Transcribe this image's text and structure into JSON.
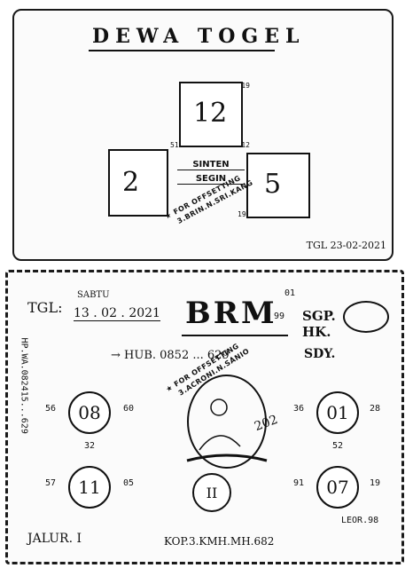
{
  "top_card": {
    "title": "DEWA TOGEL",
    "center_number": "12",
    "left_number": "2",
    "right_number": "5",
    "middle_label_1": "SINTEN",
    "middle_label_2": "SEGIN",
    "corner_top": "19",
    "corner_left": "51",
    "corner_mid": "12",
    "corner_right_bottom": "19",
    "date": "TGL 23-02-2021",
    "stamp_line_1": "FOR OFFSETTING",
    "stamp_line_2": "3.BRIN.N.SRI.KANG"
  },
  "bottom_card": {
    "date_label": "TGL:",
    "day": "SABTU",
    "date": "13 . 02 . 2021",
    "brand": "BRM",
    "brand_sup": "99",
    "brand_sup2": "01",
    "markets": "SGP. HK.",
    "hub": "→ HUB. 0852 ... 629.",
    "sdy": "SDY.",
    "left_vertical": "HP.WA.082415...629",
    "circles": [
      {
        "value": "08",
        "left": "56",
        "right": "60",
        "bottom": "32"
      },
      {
        "value": "01",
        "left": "36",
        "right": "28",
        "bottom": "52"
      },
      {
        "value": "11",
        "left": "57",
        "right": "05",
        "bottom": ""
      },
      {
        "value": "07",
        "left": "91",
        "right": "19",
        "bottom": ""
      }
    ],
    "center_circle": "II",
    "center_note": "202",
    "jalur": "JALUR. I",
    "footer": "KOP.3.KMH.MH.682",
    "right_bottom": "LEOR.98",
    "stamp_line_1": "FOR OFFSETTING",
    "stamp_line_2": "3.ACRONI.N.SANIO"
  }
}
